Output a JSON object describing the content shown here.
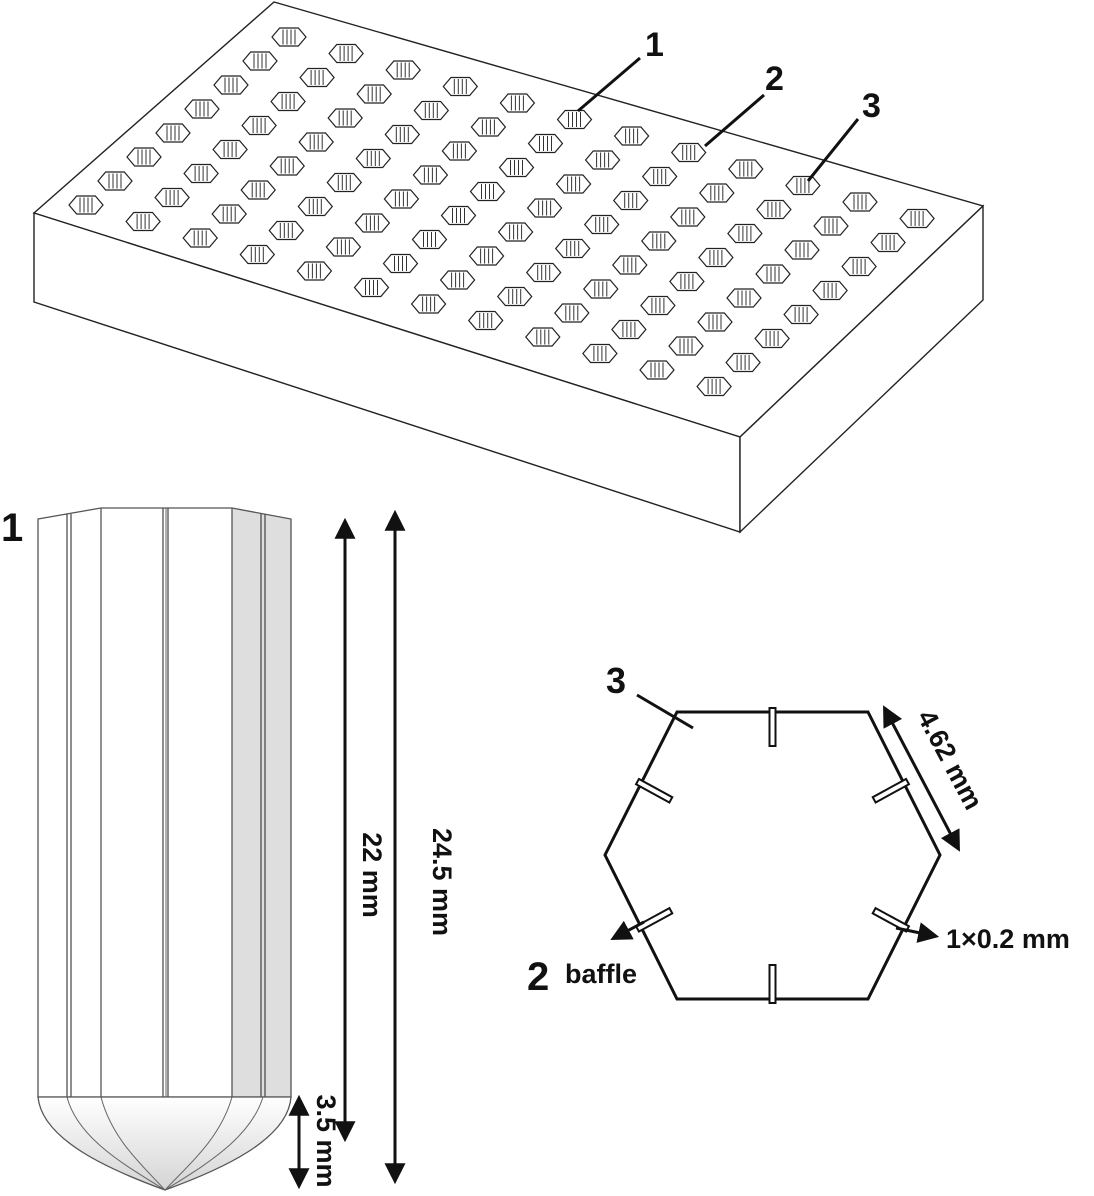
{
  "callouts": {
    "plate_1": "1",
    "plate_2": "2",
    "plate_3": "3",
    "well_label": "1",
    "hex_corner": "3",
    "baffle_number": "2"
  },
  "dimensions": {
    "overall_height": "24.5 mm",
    "body_height": "22 mm",
    "tip_height": "3.5 mm",
    "side_length": "4.62 mm",
    "baffle_size": "1×0.2 mm",
    "baffle_word": "baffle"
  },
  "colors": {
    "line": "#111111",
    "shade": "#dcdcdc",
    "face": "#ffffff"
  }
}
